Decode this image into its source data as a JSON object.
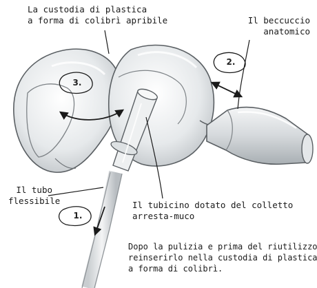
{
  "labels": {
    "shell": [
      "La custodia di plastica",
      "a forma di colibrì apribile"
    ],
    "nozzle": [
      "Il beccuccio",
      "anatomico"
    ],
    "tube": [
      "Il tubo",
      "flessibile"
    ],
    "collar": [
      "Il tubicino dotato del colletto",
      "arresta-muco"
    ],
    "note": [
      "Dopo la pulizia e prima del riutilizzo",
      "reinserirlo nella custodia di plastica",
      "a forma di colibrì."
    ]
  },
  "steps": [
    "1.",
    "2.",
    "3."
  ],
  "colors": {
    "plastic": "#d9dde0",
    "plastic_edge": "#5a5f63",
    "ink": "#1a1a1a"
  }
}
